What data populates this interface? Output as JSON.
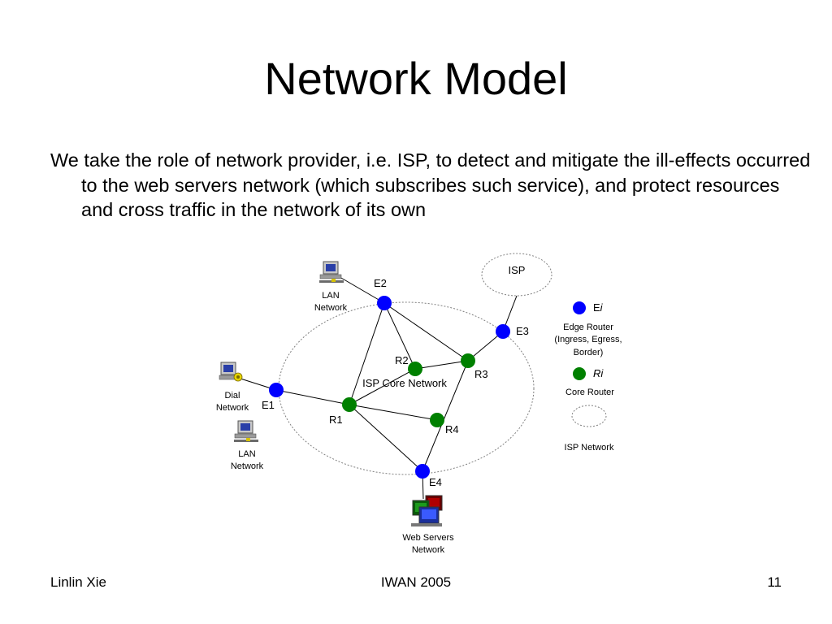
{
  "slide": {
    "title": "Network Model",
    "body": "We take the role of network provider, i.e. ISP, to detect and mitigate the ill-effects occurred to the web servers network (which subscribes such service), and protect resources and cross traffic in the network of its own"
  },
  "diagram": {
    "isp_cloud_label": "ISP",
    "core_label": "ISP Core Network",
    "nodes": {
      "E1": "E1",
      "E2": "E2",
      "E3": "E3",
      "E4": "E4",
      "R1": "R1",
      "R2": "R2",
      "R3": "R3",
      "R4": "R4"
    },
    "hosts": {
      "lan_top": [
        "LAN",
        "Network"
      ],
      "dial": [
        "Dial",
        "Network"
      ],
      "lan_bottom": [
        "LAN",
        "Network"
      ],
      "web_servers": [
        "Web Servers",
        "Network"
      ]
    },
    "legend": {
      "edge_symbol_prefix": "E",
      "edge_symbol_suffix": "i",
      "edge_desc": [
        "Edge Router",
        "(Ingress, Egress,",
        "Border)"
      ],
      "core_symbol": "Ri",
      "core_desc": "Core Router",
      "isp_desc": "ISP Network"
    },
    "colors": {
      "edge_router": "#0000ff",
      "core_router": "#008000",
      "line": "#000000",
      "cloud_border": "#808080"
    }
  },
  "footer": {
    "left": "Linlin Xie",
    "center": "IWAN 2005",
    "right": "11"
  }
}
